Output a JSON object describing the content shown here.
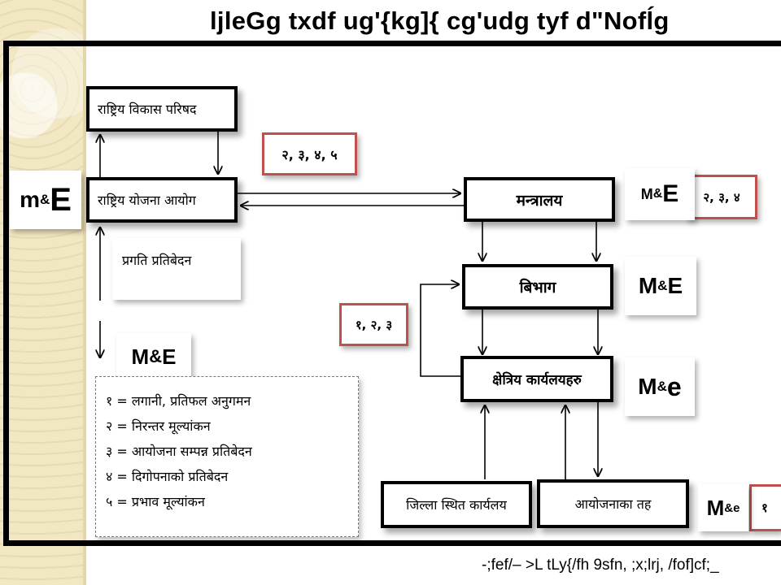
{
  "header": {
    "title": "ljleGg txdf ug'{kg]{ cg'udg tyf d\"Nofĺg"
  },
  "footer": {
    "text": "-;fef/– >L tLy{/fh 9sfn, ;x;lrj, /fof]cf;_"
  },
  "nodes": {
    "rashtriya_vikas_parishad": "राष्ट्रिय विकास परिषद",
    "rashtriya_yojana_aayog": "राष्ट्रिय योजना आयोग",
    "pragati_pratibedan": "प्रगति प्रतिबेदन",
    "mantralaya": "मन्त्रालय",
    "bibhag": "बिभाग",
    "kshetriya_karyalayaharu": "क्षेत्रिय कार्यलयहरु",
    "jilla_sthit_karyalaya": "जिल्ला स्थित कार्यलय",
    "aayojanaka_taha": "आयोजनाका तह"
  },
  "tags": {
    "top": "२, ३, ४, ५",
    "mantralaya": "२, ३, ४",
    "left_mid": "१, २, ३",
    "bottom": "१"
  },
  "me_labels": {
    "left_main": {
      "m": "m",
      "amp": "&",
      "e": "E"
    },
    "left_lower": {
      "m": "M",
      "amp": "&",
      "e": "E"
    },
    "mantralaya": {
      "m": "M",
      "amp": "&",
      "e": "E"
    },
    "bibhag": {
      "m": "M",
      "amp": "&",
      "e": "E"
    },
    "kshetriya": {
      "m": "M",
      "amp": "&",
      "e": "e"
    },
    "bottom": {
      "m": "M",
      "amp": "&",
      "e": "e"
    }
  },
  "legend": [
    "१ = लगानी, प्रतिफल अनुगमन",
    "२ = निरन्तर मूल्यांकन",
    "३ = आयोजना सम्पन्न प्रतिबेदन",
    "४ = दिगोपनाको प्रतिबेदन",
    "५ = प्रभाव मूल्यांकन"
  ],
  "colors": {
    "tag_border": "#c0504d",
    "frame": "#000000",
    "side_strip": "#f2e7c3"
  }
}
